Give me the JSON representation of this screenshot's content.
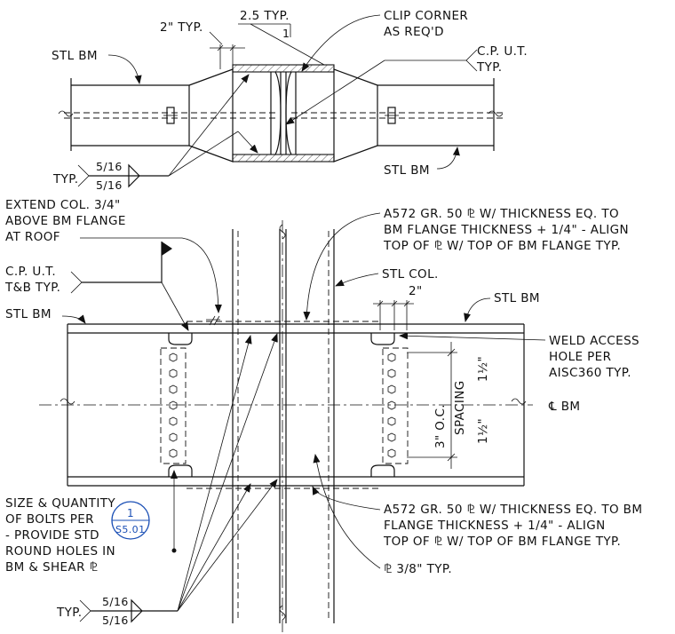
{
  "plan_detail": {
    "two_typ": "2\" TYP.",
    "two_five_typ": "2.5 TYP.",
    "slope_one": "1",
    "clip_corner": [
      "CLIP CORNER",
      "AS REQ'D"
    ],
    "cp_ut": [
      "C.P. U.T.",
      "TYP."
    ],
    "stl_bm_left": "STL BM",
    "stl_bm_right": "STL BM",
    "weld_typ": "TYP.",
    "weld_top": "5/16",
    "weld_bottom": "5/16"
  },
  "elevation_detail": {
    "extend_col": [
      "EXTEND COL. 3/4\"",
      "ABOVE BM FLANGE",
      "AT ROOF"
    ],
    "cp_ut_tb": [
      "C.P. U.T.",
      "T&B TYP."
    ],
    "stl_bm_left": "STL BM",
    "stl_bm_right": "STL BM",
    "plate_note_top": [
      "A572 GR. 50 ⅊ W/ THICKNESS EQ. TO",
      "BM FLANGE THICKNESS + 1/4\" - ALIGN",
      "TOP OF ⅊ W/ TOP OF BM FLANGE TYP."
    ],
    "stl_col": "STL COL.",
    "two_inch": "2\"",
    "weld_access": [
      "WELD ACCESS",
      "HOLE PER",
      "AISC360 TYP."
    ],
    "cl_bm": "℄ BM",
    "spacing_oc": "3\" O.C.",
    "spacing_word": "SPACING",
    "edge_dist_top": "1½\"",
    "edge_dist_bottom": "1½\"",
    "bolt_note": [
      "SIZE & QUANTITY",
      "OF BOLTS PER",
      "- PROVIDE STD",
      "ROUND HOLES IN",
      "BM & SHEAR ⅊"
    ],
    "detail_ref": {
      "number": "1",
      "sheet": "S5.01",
      "color": "#1a4fb5"
    },
    "plate_note_bottom": [
      "A572 GR. 50 ⅊ W/ THICKNESS EQ. TO BM",
      "FLANGE THICKNESS + 1/4\" - ALIGN",
      "TOP OF ⅊ W/ TOP OF BM FLANGE TYP."
    ],
    "pl_typ": "⅊ 3/8\" TYP.",
    "weld_typ": "TYP.",
    "weld_top": "5/16",
    "weld_bottom": "5/16"
  }
}
